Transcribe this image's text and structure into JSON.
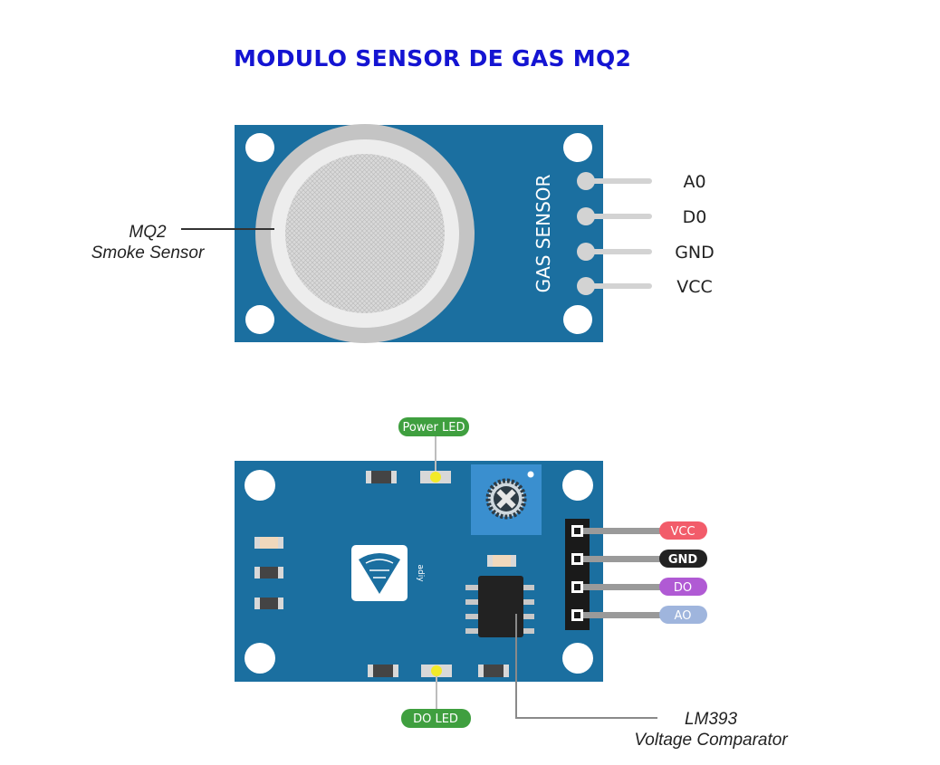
{
  "title": "MODULO SENSOR DE GAS MQ2",
  "top_board": {
    "silkscreen": "GAS SENSOR",
    "sensor_label_line1": "MQ2",
    "sensor_label_line2": "Smoke Sensor",
    "pins": [
      "A0",
      "D0",
      "GND",
      "VCC"
    ]
  },
  "bottom_board": {
    "power_led_label": "Power LED",
    "do_led_label": "DO LED",
    "logo_text": "adiy",
    "comparator_line1": "LM393",
    "comparator_line2": "Voltage Comparator",
    "pins": [
      {
        "label": "VCC",
        "color": "#f25c6a"
      },
      {
        "label": "GND",
        "color": "#222222"
      },
      {
        "label": "DO",
        "color": "#b05ad4"
      },
      {
        "label": "AO",
        "color": "#9fb5dd"
      }
    ]
  },
  "colors": {
    "board": "#1b6fa0",
    "title": "#1414d2",
    "led_green": "#3f9f3f",
    "led_yellow": "#f2ea28"
  }
}
